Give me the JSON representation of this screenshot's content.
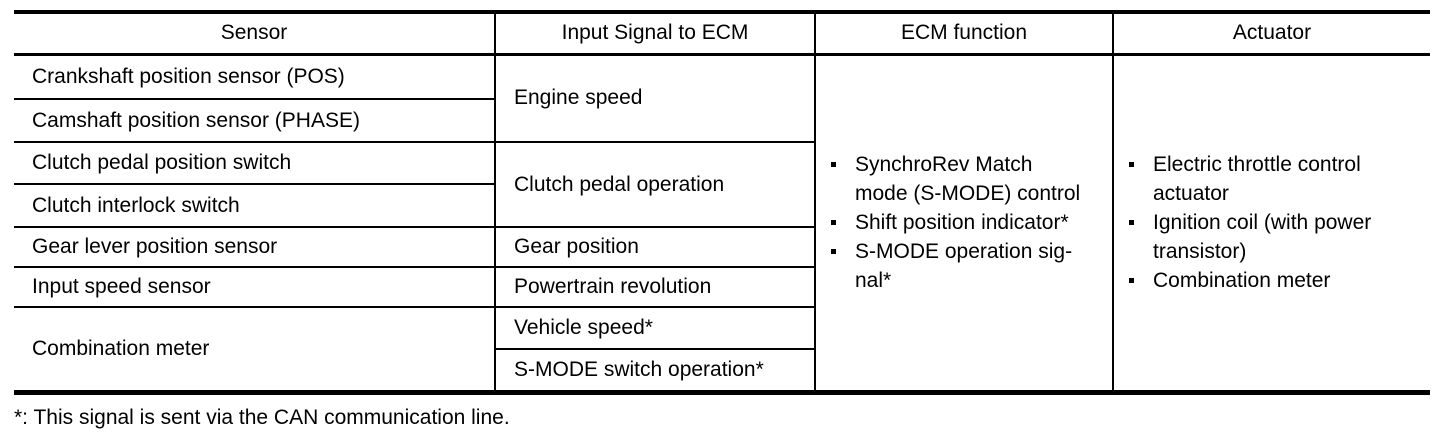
{
  "table": {
    "headers": {
      "sensor": "Sensor",
      "input_signal": "Input Signal to ECM",
      "ecm_function": "ECM function",
      "actuator": "Actuator"
    },
    "sensors": {
      "crankshaft": "Crankshaft position sensor (POS)",
      "camshaft": "Camshaft position sensor (PHASE)",
      "clutch_pedal": "Clutch pedal position switch",
      "clutch_interlock": "Clutch interlock switch",
      "gear_lever": "Gear lever position sensor",
      "input_speed": "Input speed sensor",
      "combination_meter": "Combination meter"
    },
    "input_signals": {
      "engine_speed": "Engine speed",
      "clutch_pedal_operation": "Clutch pedal operation",
      "gear_position": "Gear position",
      "powertrain_revolution": "Powertrain revolution",
      "vehicle_speed": "Vehicle speed*",
      "smode_switch_operation": "S-MODE switch operation*"
    },
    "ecm_functions": [
      [
        "SynchroRev Match",
        "mode (S-MODE) control"
      ],
      [
        "Shift position indicator*"
      ],
      [
        "S-MODE operation sig-",
        "nal*"
      ]
    ],
    "actuators": [
      [
        "Electric throttle control",
        "actuator"
      ],
      [
        "Ignition coil (with power",
        "transistor)"
      ],
      [
        "Combination meter"
      ]
    ]
  },
  "footnote": "*: This signal is sent via the CAN communication line."
}
